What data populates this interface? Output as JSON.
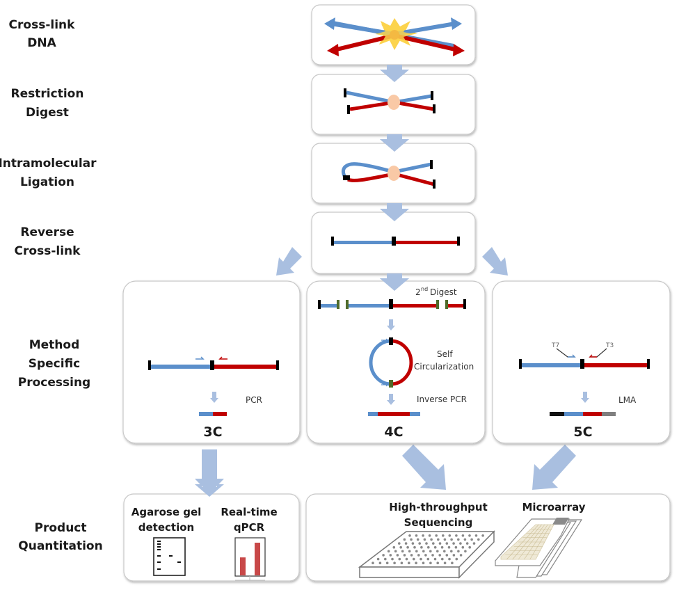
{
  "title": "3C / 4C / 5C chromosome conformation capture workflow",
  "colors": {
    "blue_strand": "#5b8fcb",
    "red_strand": "#c00000",
    "end_cap": "#000000",
    "green_site": "#4f6b2a",
    "flow_arrow": "#a9bfe0",
    "crosslink_star": "#fcd34d",
    "crosslink_center": "#f4b942",
    "ligation_bead": "#f9c9a6",
    "box_border": "#c8c8c8",
    "bar_red": "#c84848",
    "adapter_grey": "#7f7f7f"
  },
  "steps": [
    {
      "id": "crosslink",
      "line1": "Cross-link",
      "line2": "DNA"
    },
    {
      "id": "restriction",
      "line1": "Restriction",
      "line2": "Digest"
    },
    {
      "id": "ligation",
      "line1": "Intramolecular",
      "line2": "Ligation"
    },
    {
      "id": "reverse",
      "line1": "Reverse",
      "line2": "Cross-link"
    },
    {
      "id": "method",
      "line1": "Method",
      "line2": "Specific",
      "line3": "Processing"
    },
    {
      "id": "quant",
      "line1": "Product",
      "line2": "Quantitation"
    }
  ],
  "methods": {
    "three_c": {
      "title": "3C",
      "step_label": "PCR"
    },
    "four_c": {
      "title": "4C",
      "digest_label": "2",
      "digest_sup": "nd",
      "digest_word": "Digest",
      "circ_line1": "Self",
      "circ_line2": "Circularization",
      "pcr_label": "Inverse PCR"
    },
    "five_c": {
      "title": "5C",
      "primer_left": "T7",
      "primer_right": "T3",
      "step_label": "LMA"
    }
  },
  "quantitation": {
    "gel": {
      "line1": "Agarose gel",
      "line2": "detection"
    },
    "qpcr": {
      "line1": "Real-time",
      "line2": "qPCR",
      "bars": [
        0.55,
        1.0
      ]
    },
    "sequencing": {
      "line1": "High-throughput",
      "line2": "Sequencing"
    },
    "microarray": {
      "label": "Microarray"
    }
  }
}
